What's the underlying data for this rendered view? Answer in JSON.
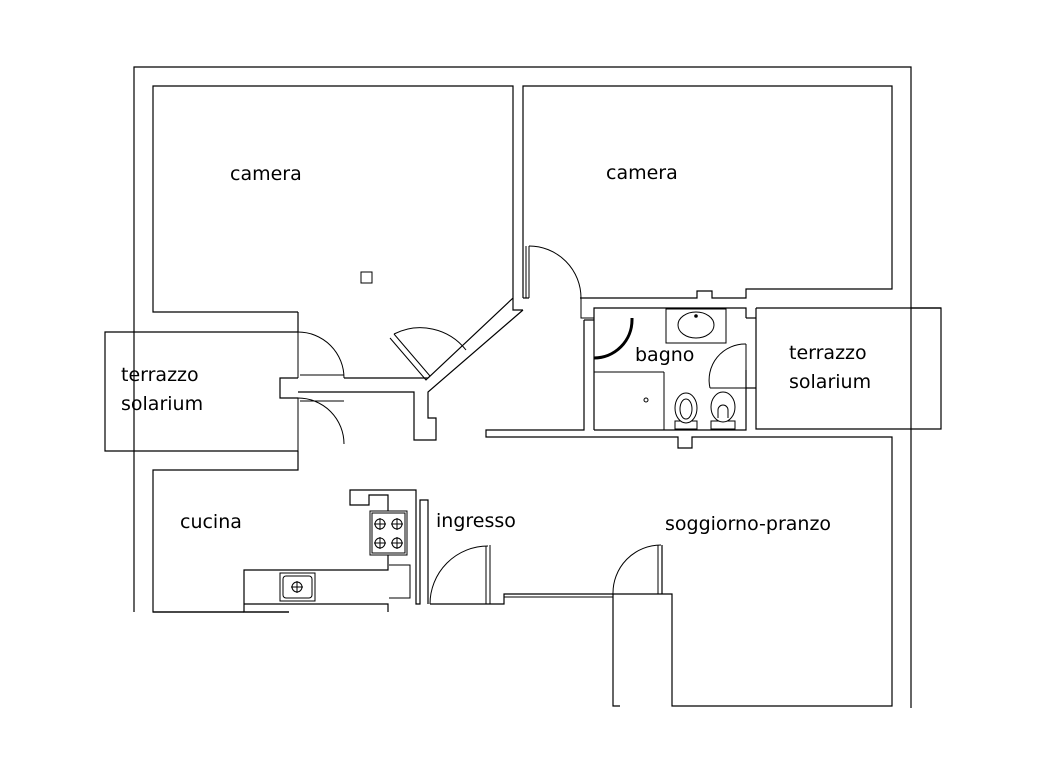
{
  "plan": {
    "rooms": [
      {
        "id": "camera-left",
        "lines": [
          "camera"
        ]
      },
      {
        "id": "camera-right",
        "lines": [
          "camera"
        ]
      },
      {
        "id": "terrazzo-left",
        "lines": [
          "terrazzo",
          "solarium"
        ]
      },
      {
        "id": "bagno",
        "lines": [
          "bagno"
        ]
      },
      {
        "id": "terrazzo-right",
        "lines": [
          "terrazzo",
          "solarium"
        ]
      },
      {
        "id": "cucina",
        "lines": [
          "cucina"
        ]
      },
      {
        "id": "ingresso",
        "lines": [
          "ingresso"
        ]
      },
      {
        "id": "soggiorno",
        "lines": [
          "soggiorno-pranzo"
        ]
      }
    ]
  }
}
